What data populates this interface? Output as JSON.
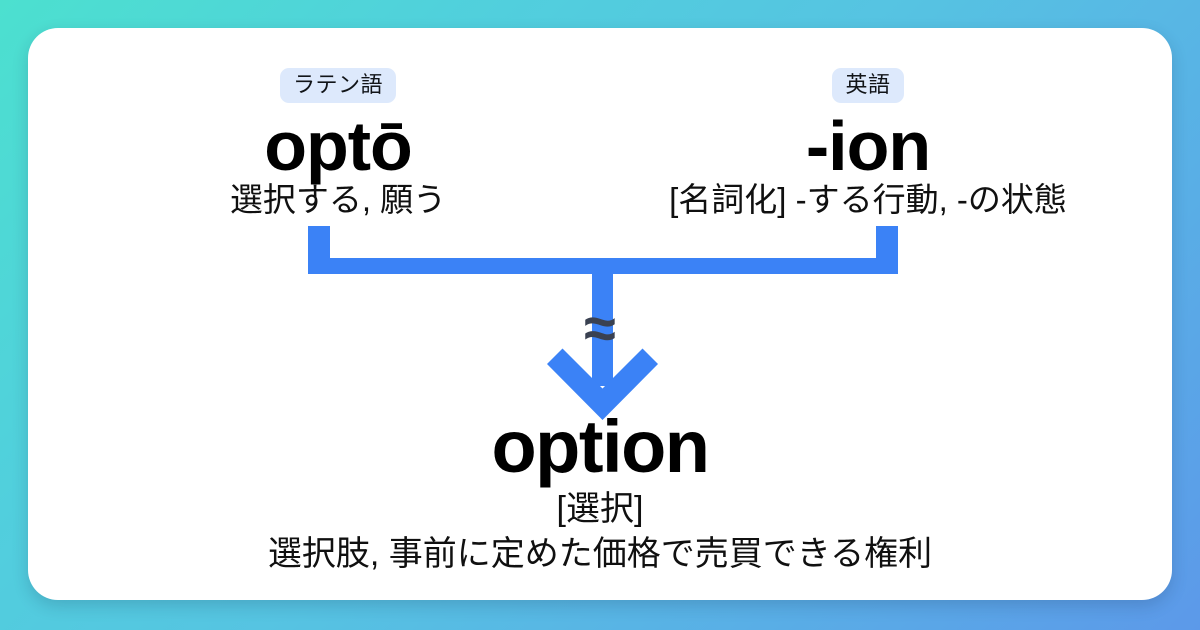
{
  "theme": {
    "background_gradient_from": "#4ce0cf",
    "background_gradient_to": "#5c99e9",
    "card_background": "#ffffff",
    "connector_color": "#3b82f6",
    "badge_background": "#dde9fc",
    "approx_color": "#3a4151",
    "text_color": "#000000"
  },
  "sources": [
    {
      "language_badge": "ラテン語",
      "word": "optō",
      "gloss": "選択する, 願う"
    },
    {
      "language_badge": "英語",
      "word": "-ion",
      "gloss": "[名詞化] -する行動, -の状態"
    }
  ],
  "connector": {
    "approx_symbol": "≈",
    "arrow_direction": "down"
  },
  "result": {
    "word": "option",
    "bracket_gloss": "[選択]",
    "gloss": "選択肢, 事前に定めた価格で売買できる権利"
  }
}
